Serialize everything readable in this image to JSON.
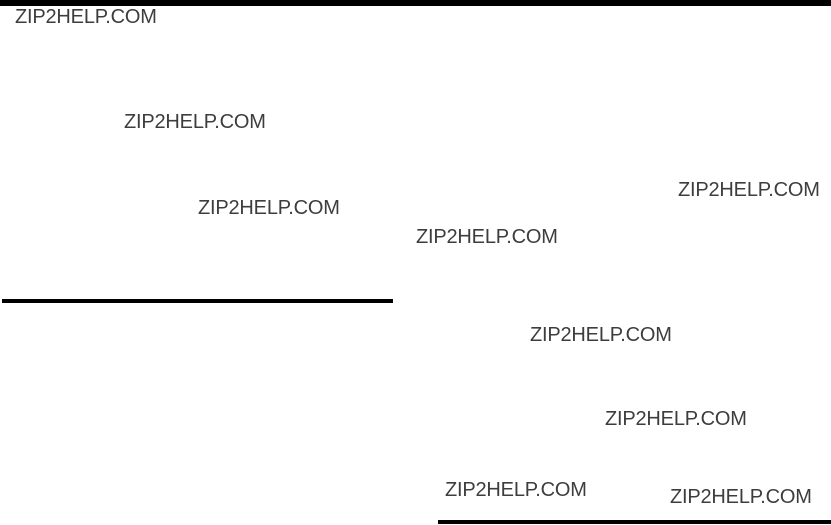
{
  "watermark_text": "ZIP2HELP.COM",
  "watermarks": [
    "ZIP2HELP.COM",
    "ZIP2HELP.COM",
    "ZIP2HELP.COM",
    "ZIP2HELP.COM",
    "ZIP2HELP.COM",
    "ZIP2HELP.COM",
    "ZIP2HELP.COM",
    "ZIP2HELP.COM",
    "ZIP2HELP.COM"
  ],
  "colors": {
    "background": "#ffffff",
    "rule": "#000000",
    "watermark": "#3d3d3d"
  }
}
